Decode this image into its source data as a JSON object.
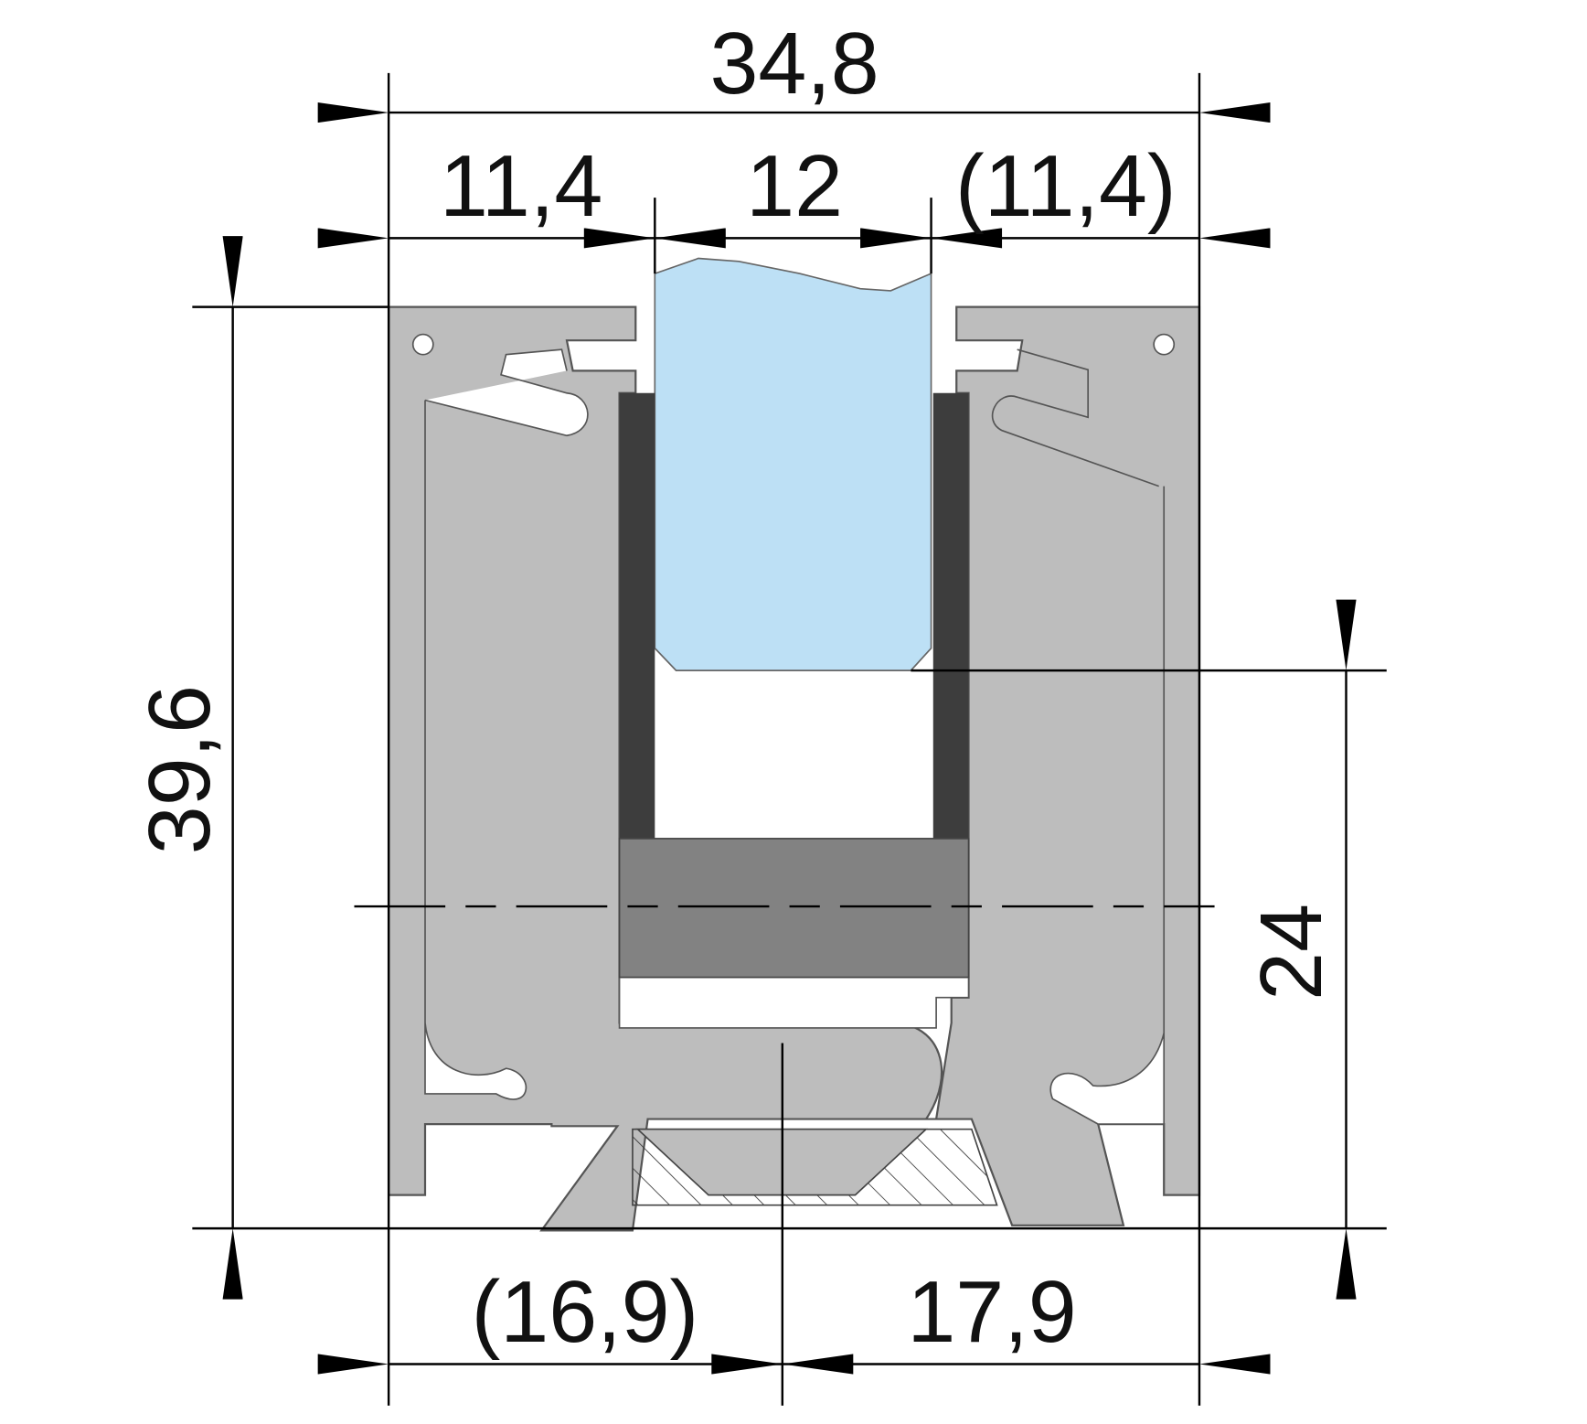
{
  "title": "Glass balustrade base profile cross-section",
  "dimensions": {
    "overall_width": "34,8",
    "left_flange": "11,4",
    "glass_width": "12",
    "right_flange": "(11,4)",
    "overall_height": "39,6",
    "glass_insert_height": "24",
    "bottom_left": "(16,9)",
    "bottom_right": "17,9"
  },
  "colors": {
    "profile": "#bdbdbd",
    "glass": "#bde0f5",
    "gasket": "#3d3d3d",
    "setting_block": "#828282"
  }
}
